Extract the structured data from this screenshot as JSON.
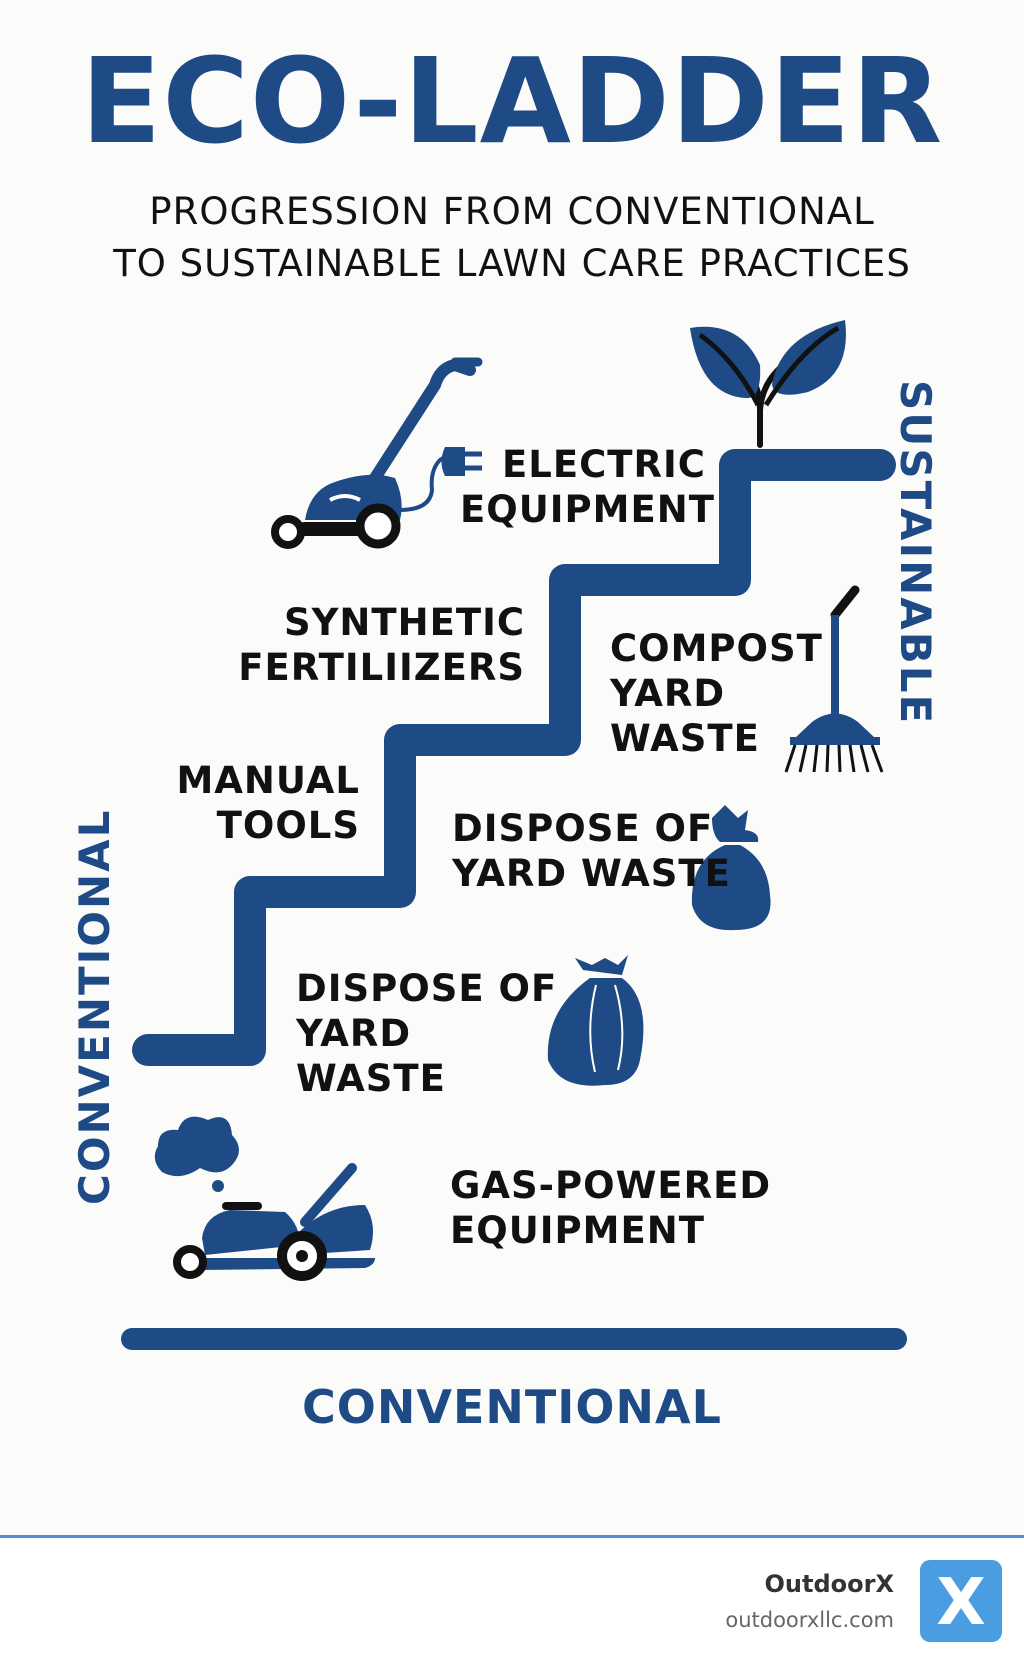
{
  "title": "ECO-LADDER",
  "subtitle": {
    "line1": "PROGRESSION FROM CONVENTIONAL",
    "line2": "TO SUSTAINABLE LAWN CARE PRACTICES"
  },
  "side_labels": {
    "right": "SUSTAINABLE",
    "left": "CONVENTIONAL",
    "bottom": "CONVENTIONAL"
  },
  "steps": [
    {
      "id": "electric",
      "lines": [
        "ELECTRIC",
        "EQUIPMENT"
      ],
      "icon": "electric-mower-icon"
    },
    {
      "id": "synthetic",
      "lines": [
        "SYNTHETIC",
        "FERTILIIZERS"
      ],
      "icon": ""
    },
    {
      "id": "compost",
      "lines": [
        "COMPOST",
        "YARD",
        "WASTE"
      ],
      "icon": "rake-icon"
    },
    {
      "id": "manual",
      "lines": [
        "MANUAL",
        "TOOLS"
      ],
      "icon": ""
    },
    {
      "id": "dispose_upper",
      "lines": [
        "DISPOSE OF",
        "YARD WASTE"
      ],
      "icon": "waste-bag-icon"
    },
    {
      "id": "dispose_lower",
      "lines": [
        "DISPOSE OF",
        "YARD",
        "WASTE"
      ],
      "icon": "waste-bag-icon"
    },
    {
      "id": "gas",
      "lines": [
        "GAS-POWERED",
        "EQUIPMENT"
      ],
      "icon": "gas-mower-icon"
    }
  ],
  "footer": {
    "brand": "OutdoorX",
    "url": "outdoorxllc.com",
    "logo_letter": "X"
  },
  "colors": {
    "primary": "#1e4a86",
    "text": "#111111",
    "background": "#fbfbf9",
    "footer_accent": "#4a90d9",
    "logo_bg": "#4a9de0"
  }
}
